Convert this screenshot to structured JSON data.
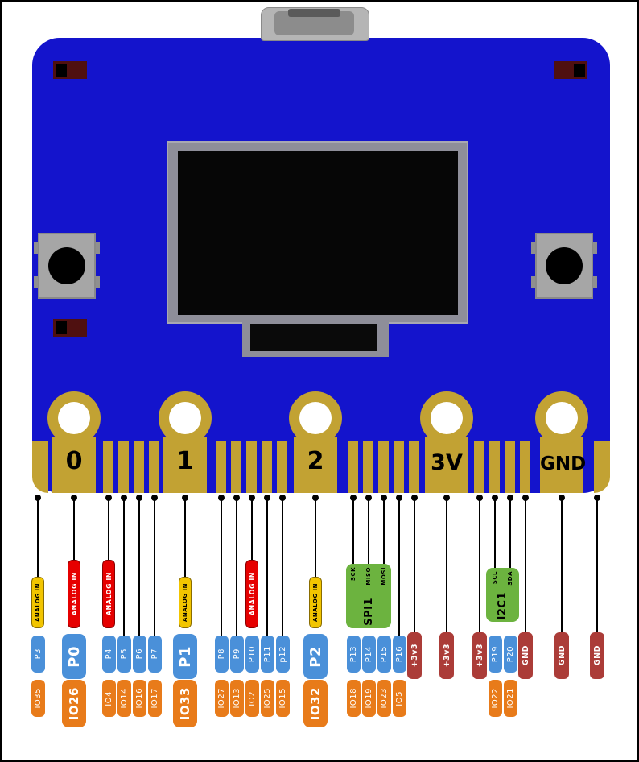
{
  "colors": {
    "board": "#1414cc",
    "gold": "#c2a233",
    "pin_pill_blue": "#4a90d9",
    "io_pill_orange": "#e87b1a",
    "analog_pill_yellow": "#f2c500",
    "analog_pill_red": "#e60000",
    "power_pill_dark_red": "#ab3c38",
    "bus_pill_green": "#6cb33f"
  },
  "edge_pads": [
    {
      "label": "0"
    },
    {
      "label": "1"
    },
    {
      "label": "2"
    },
    {
      "label": "3V"
    },
    {
      "label": "GND"
    }
  ],
  "pins": {
    "p3": {
      "label": "P3",
      "io": "IO35",
      "analog": "ANALOG IN"
    },
    "p0": {
      "label": "P0",
      "io": "IO26",
      "analog": "ANALOG IN"
    },
    "p4": {
      "label": "P4",
      "io": "IO4",
      "analog": "ANALOG IN"
    },
    "p5": {
      "label": "P5",
      "io": "IO14"
    },
    "p6": {
      "label": "P6",
      "io": "IO16"
    },
    "p7": {
      "label": "P7",
      "io": "IO17"
    },
    "p1": {
      "label": "P1",
      "io": "IO33",
      "analog": "ANALOG IN"
    },
    "p8": {
      "label": "P8",
      "io": "IO27"
    },
    "p9": {
      "label": "P9",
      "io": "IO13"
    },
    "p10": {
      "label": "P10",
      "io": "IO2",
      "analog": "ANALOG IN"
    },
    "p11": {
      "label": "P11",
      "io": "IO25"
    },
    "p12": {
      "label": "p12",
      "io": "IO15"
    },
    "p2": {
      "label": "P2",
      "io": "IO32",
      "analog": "ANALOG IN"
    },
    "p13": {
      "label": "P13",
      "io": "IO18"
    },
    "p14": {
      "label": "P14",
      "io": "IO19"
    },
    "p15": {
      "label": "P15",
      "io": "IO23"
    },
    "p16": {
      "label": "P16",
      "io": "IO5"
    },
    "p19": {
      "label": "P19",
      "io": "IO22"
    },
    "p20": {
      "label": "P20",
      "io": "IO21"
    },
    "v3_a": {
      "label": "+3v3"
    },
    "v3_main": {
      "label": "+3v3"
    },
    "v3_b": {
      "label": "+3v3"
    },
    "gnd_a": {
      "label": "GND"
    },
    "gnd_main": {
      "label": "GND"
    },
    "gnd_b": {
      "label": "GND"
    }
  },
  "buses": {
    "spi": {
      "name": "SPI1",
      "sck": "SCK",
      "miso": "MISO",
      "mosi": "MOSI"
    },
    "i2c": {
      "name": "I2C1",
      "scl": "SCL",
      "sda": "SDA"
    }
  }
}
